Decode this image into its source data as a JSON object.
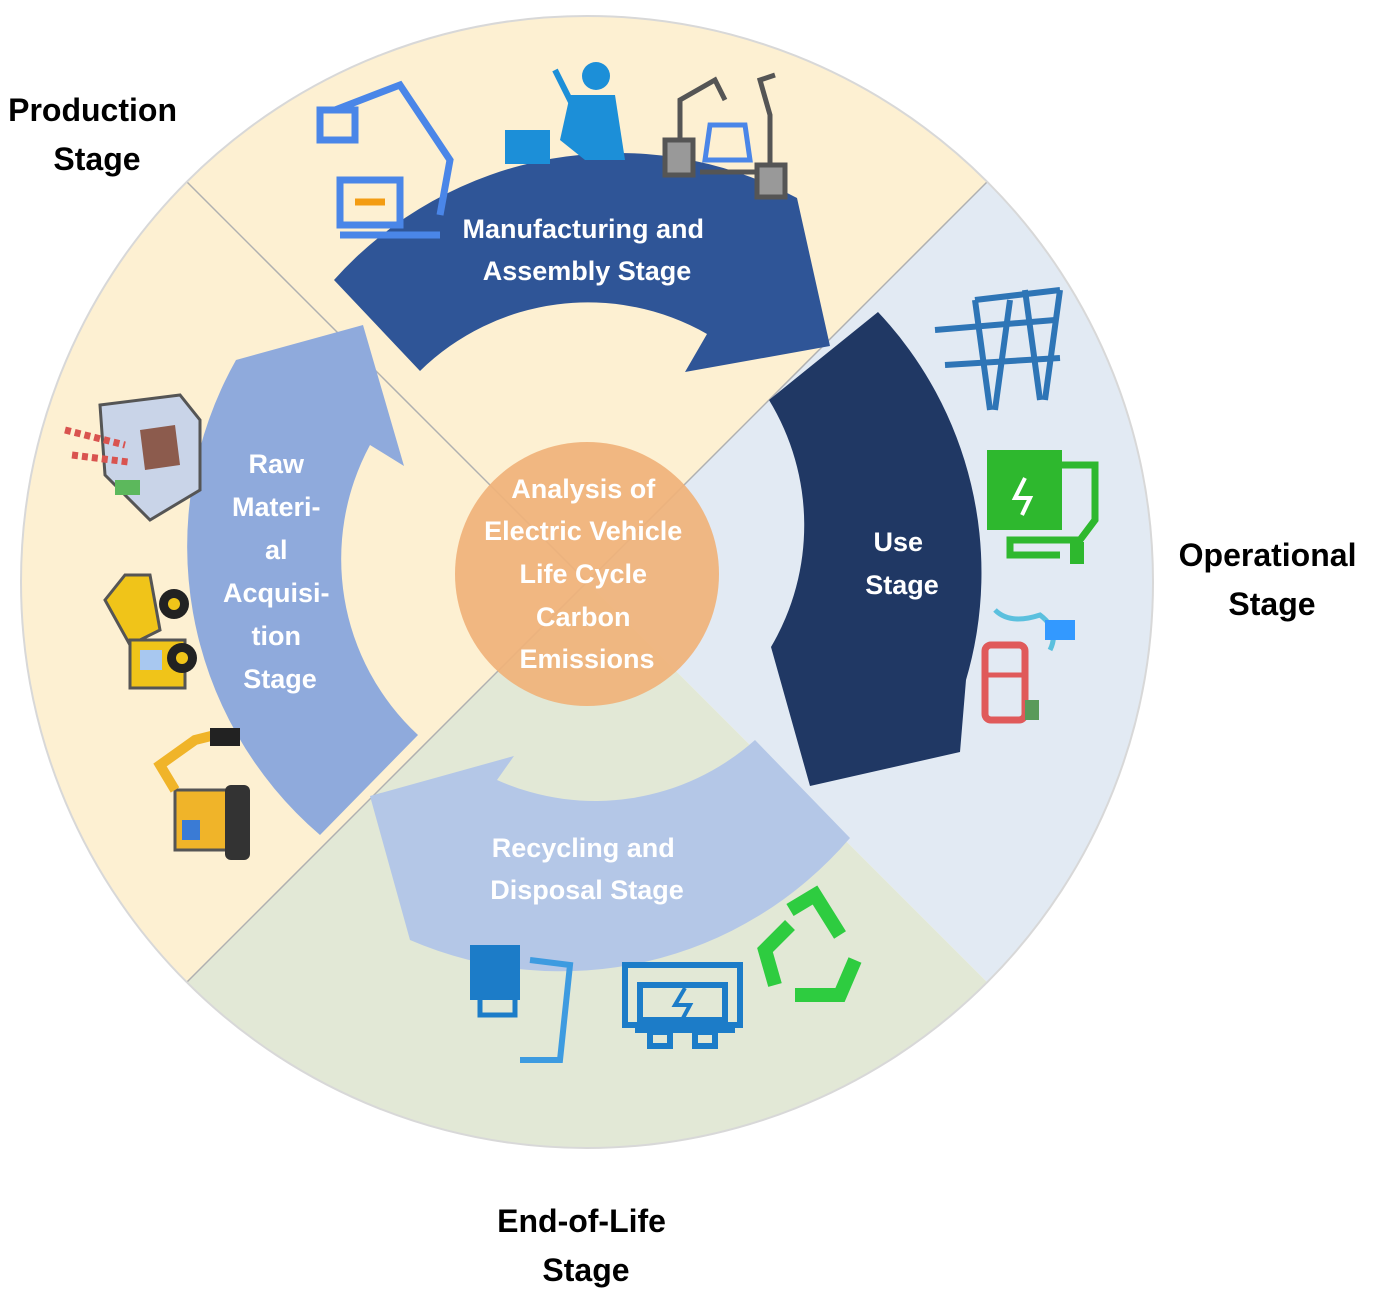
{
  "outer_labels": {
    "production": [
      "Production",
      "Stage"
    ],
    "operational": [
      "Operational",
      "Stage"
    ],
    "end_of_life": [
      "End-of-Life",
      "Stage"
    ]
  },
  "center": [
    "Analysis of",
    "Electric Vehicle",
    "Life Cycle",
    "Carbon",
    "Emissions"
  ],
  "arrows": {
    "manufacturing": [
      "Manufacturing and",
      "Assembly Stage"
    ],
    "use": [
      "Use",
      "Stage"
    ],
    "recycling": [
      "Recycling and",
      "Disposal Stage"
    ],
    "raw_material": [
      "Raw",
      "Materi-",
      "al",
      "Acquisi-",
      "tion",
      "Stage"
    ]
  },
  "colors": {
    "production_bg": "#fdf0d2",
    "operational_bg": "#e2eaf3",
    "end_of_life_bg": "#e2e8d6",
    "manufacturing_arrow": "#2f5597",
    "use_arrow": "#203864",
    "recycling_arrow": "#b4c7e7",
    "raw_material_arrow": "#8faadc",
    "center_circle": "#f0b27a"
  },
  "icons": [
    "robotic-arm-icon",
    "welder-icon",
    "assembly-robots-icon",
    "power-tower-icon",
    "charging-station-icon",
    "electric-car-icon",
    "battery-pack-icon",
    "battery-charge-icon",
    "recycle-icon",
    "mining-facility-icon",
    "dump-truck-icon",
    "excavator-icon"
  ]
}
